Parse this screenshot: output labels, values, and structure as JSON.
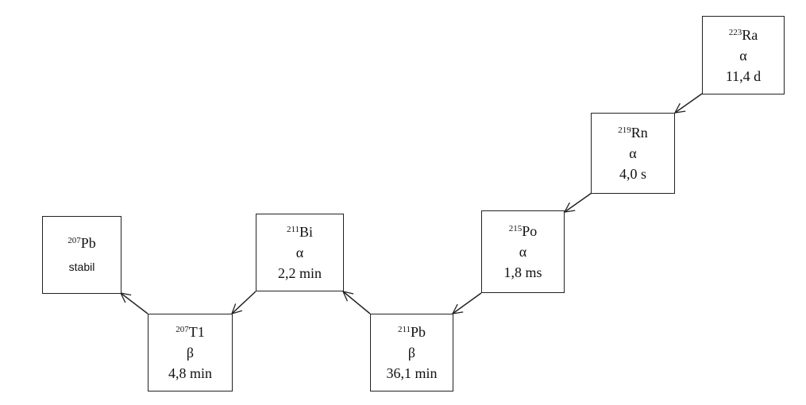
{
  "nuclides": [
    {
      "id": "ra223",
      "mass": "223",
      "symbol": "Ra",
      "mode": "α",
      "halflife": "11,4 d"
    },
    {
      "id": "rn219",
      "mass": "219",
      "symbol": "Rn",
      "mode": "α",
      "halflife": "4,0 s"
    },
    {
      "id": "po215",
      "mass": "215",
      "symbol": "Po",
      "mode": "α",
      "halflife": "1,8 ms"
    },
    {
      "id": "pb211",
      "mass": "211",
      "symbol": "Pb",
      "mode": "β",
      "halflife": "36,1 min"
    },
    {
      "id": "bi211",
      "mass": "211",
      "symbol": "Bi",
      "mode": "α",
      "halflife": "2,2 min"
    },
    {
      "id": "tl207",
      "mass": "207",
      "symbol": "T1",
      "mode": "β",
      "halflife": "4,8 min"
    },
    {
      "id": "pb207",
      "mass": "207",
      "symbol": "Pb",
      "status": "stabil"
    }
  ],
  "decays": [
    [
      "ra223",
      "rn219"
    ],
    [
      "rn219",
      "po215"
    ],
    [
      "po215",
      "pb211"
    ],
    [
      "pb211",
      "bi211"
    ],
    [
      "bi211",
      "tl207"
    ],
    [
      "tl207",
      "pb207"
    ]
  ]
}
